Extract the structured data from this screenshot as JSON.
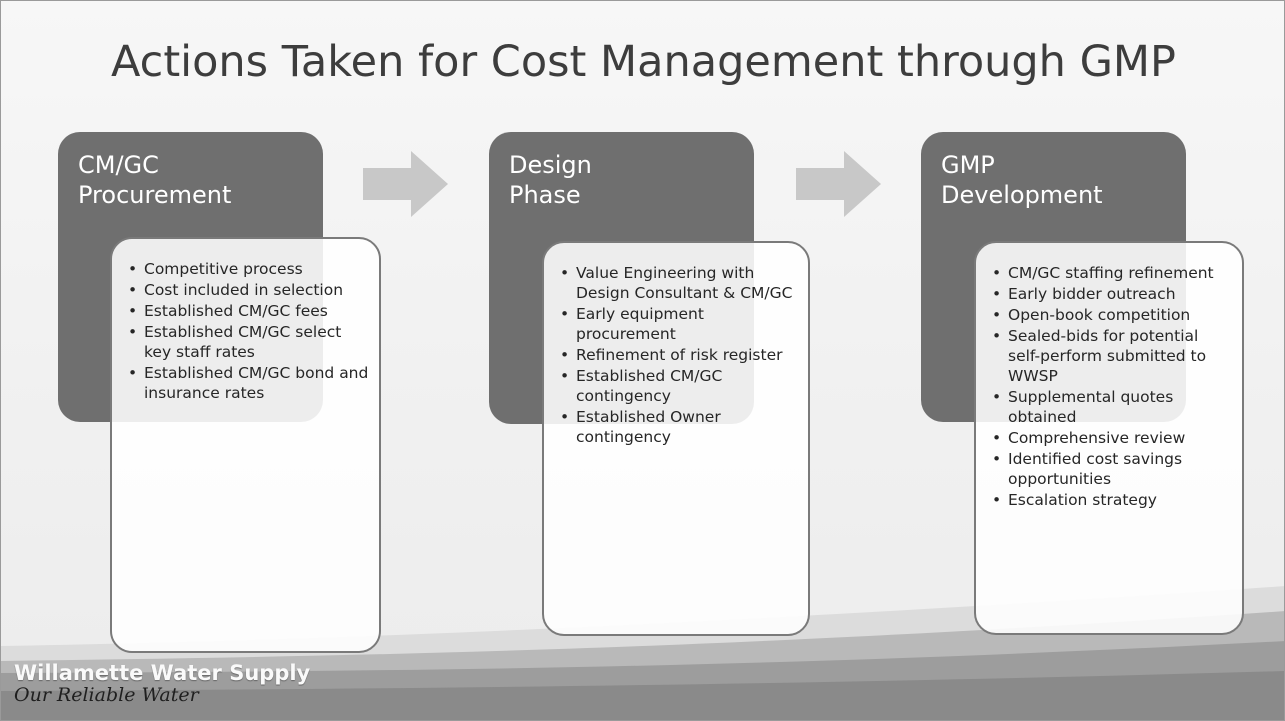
{
  "title": "Actions Taken for Cost Management through GMP",
  "steps": [
    {
      "heading": "CM/GC\nProcurement",
      "bullets": [
        "Competitive process",
        "Cost included in selection",
        "Established CM/GC fees",
        "Established CM/GC select key staff rates",
        "Established CM/GC bond and insurance rates"
      ]
    },
    {
      "heading": "Design\nPhase",
      "bullets": [
        "Value Engineering with Design Consultant & CM/GC",
        "Early equipment procurement",
        "Refinement of risk register",
        "Established CM/GC contingency",
        "Established Owner contingency"
      ]
    },
    {
      "heading": "GMP\nDevelopment",
      "bullets": [
        "CM/GC staffing refinement",
        "Early bidder outreach",
        "Open-book competition",
        "Sealed-bids for potential self-perform submitted to WWSP",
        "Supplemental quotes obtained",
        "Comprehensive review",
        "Identified cost savings opportunities",
        "Escalation strategy"
      ]
    }
  ],
  "footer": {
    "brand_name": "Willamette Water Supply",
    "tagline": "Our Reliable Water"
  },
  "colors": {
    "step_box": "#6f6f6f",
    "arrow": "#c8c8c8",
    "card_border": "#7a7a7a",
    "title_text": "#3d3d3d"
  },
  "icons": {
    "connector": "right-arrow-icon"
  }
}
